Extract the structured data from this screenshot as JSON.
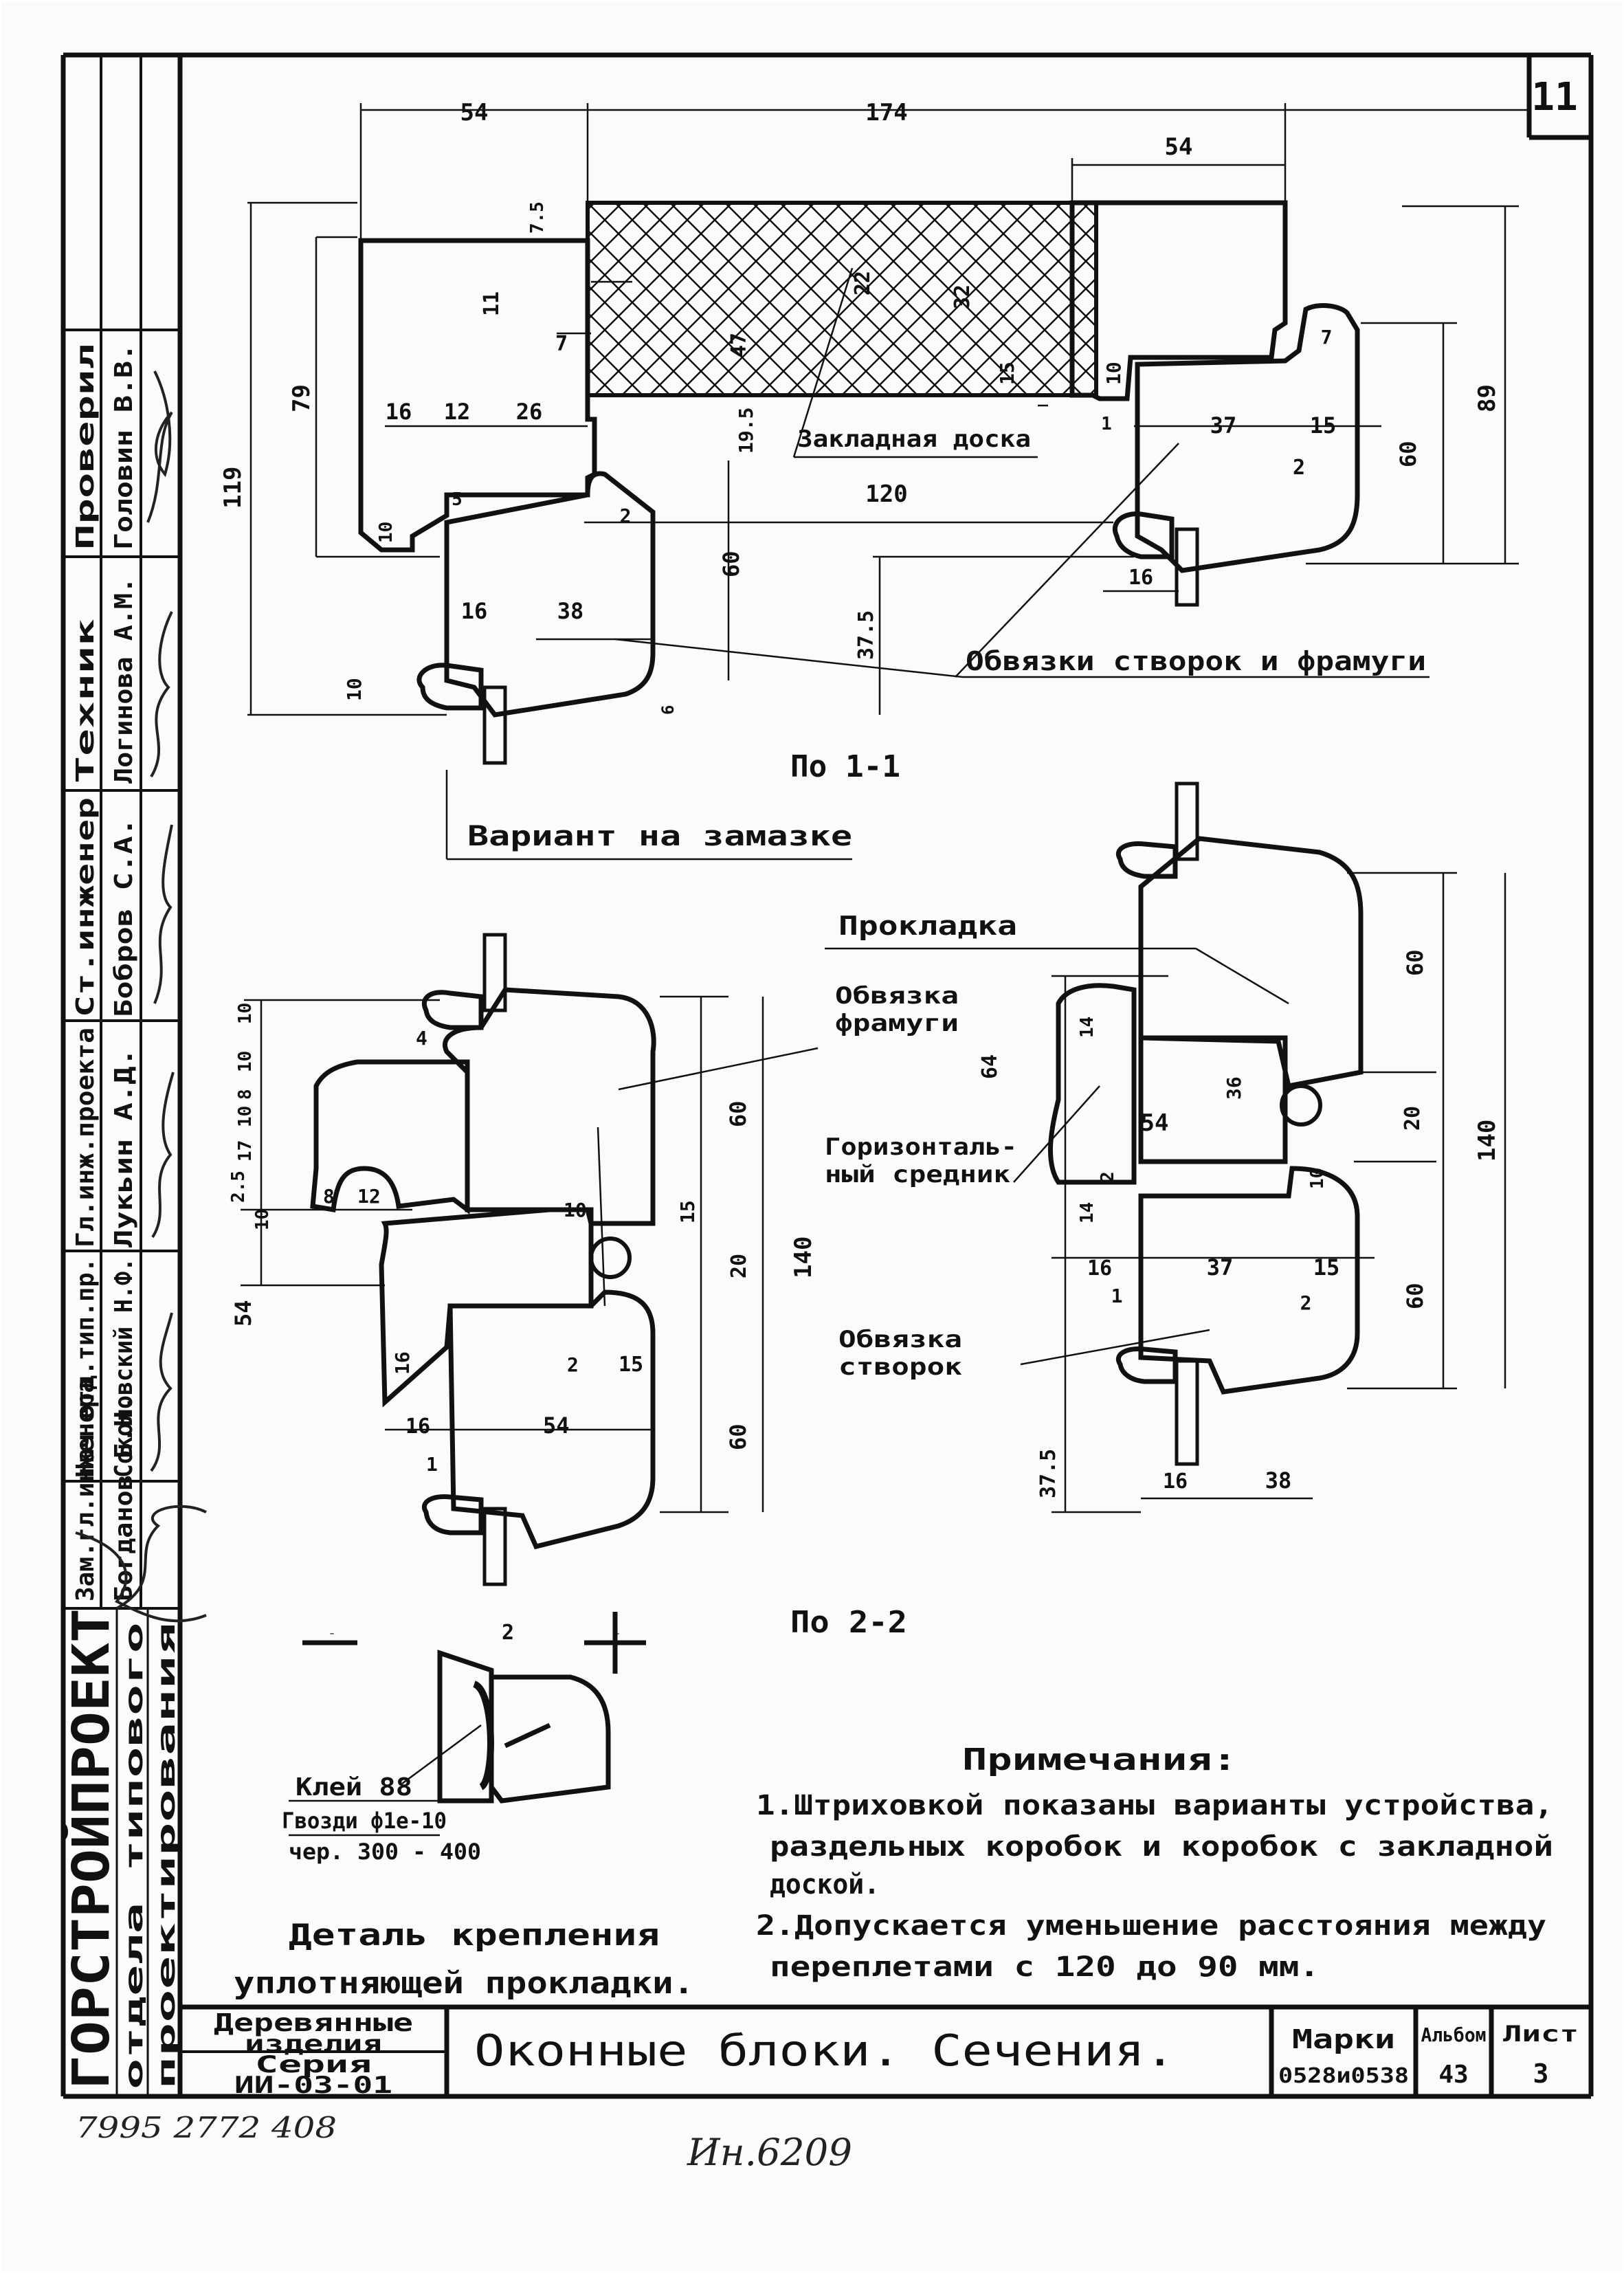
{
  "sheet_number": "11",
  "left_stamp": {
    "org_name": "ГОРСТРОЙПРОЕКТ",
    "dept_line1": "отдела типового",
    "dept_line2": "проектирования",
    "roles": [
      {
        "role": "Зам.гл.инженера",
        "name": "Богданов Б.Н."
      },
      {
        "role": "Нач.отд.тип.пр.",
        "name": "Соколовский Н.Ф."
      },
      {
        "role": "Гл.инж.проекта",
        "name": "Лукьин А.Д."
      },
      {
        "role": "Ст.инженер",
        "name": "Бобров С.А."
      },
      {
        "role": "Техник",
        "name": "Логинова А.М."
      },
      {
        "role": "Проверил",
        "name": "Головин В.В."
      }
    ]
  },
  "section_1_1": {
    "caption": "По 1-1",
    "variant_label": "Вариант на замазке",
    "insert_board_label": "Закладная доска",
    "sash_frame_label": "Обвязки створок и фрамуги",
    "dims": {
      "top_54": "54",
      "top_174": "174",
      "top_54_right": "54",
      "d75": "7.5",
      "d11": "11",
      "d7": "7",
      "d22": "22",
      "d32": "32",
      "d47": "47",
      "d15": "15",
      "d10": "10",
      "d195": "19.5",
      "d120": "120",
      "d37": "37",
      "d15b": "15",
      "d2a": "2",
      "d60a": "60",
      "d89": "89",
      "d79": "79",
      "d16": "16",
      "d12": "12",
      "d26": "26",
      "d5": "5",
      "d10b": "10",
      "d2b": "2",
      "d119": "119",
      "d60b": "60",
      "d375": "37.5",
      "d16b": "16",
      "d38": "38",
      "d10c": "10",
      "d6": "6",
      "d16c": "16",
      "d1": "1",
      "d7b": "7"
    }
  },
  "section_2_2": {
    "caption": "По 2-2",
    "gasket_label": "Прокладка",
    "transom_frame_label": "Обвязка фрамуги",
    "mullion_label": "Горизонталь-ный средник",
    "sash_label": "Обвязка створок",
    "dims": {
      "l10": "10",
      "l4": "4",
      "l10b": "10",
      "l8": "8",
      "l10c": "10",
      "l17": "17",
      "l25": "2.5",
      "l10d": "10",
      "l8b": "8",
      "l12": "12",
      "l60": "60",
      "l10e": "10",
      "l15": "15",
      "l20": "20",
      "l140": "140",
      "l54": "54",
      "l16": "16",
      "l2": "2",
      "l15b": "15",
      "l16b": "16",
      "l54b": "54",
      "l1": "1",
      "l60b": "60",
      "r60": "60",
      "r64": "64",
      "r14": "14",
      "r36": "36",
      "r54": "54",
      "r20": "20",
      "r140": "140",
      "r14b": "14",
      "r2": "2",
      "r10": "10",
      "r16": "16",
      "r37": "37",
      "r15": "15",
      "r1": "1",
      "r2b": "2",
      "r60b": "60",
      "r375": "37.5",
      "r16b": "16",
      "r38": "38"
    }
  },
  "detail": {
    "minus": "−",
    "plus": "+",
    "d2": "2",
    "glue": "Клей 88",
    "nails": "Гвозди ф1е-10",
    "nails_step": "чер. 300 - 400",
    "caption_line1": "Деталь крепления",
    "caption_line2": "уплотняющей прокладки."
  },
  "notes": {
    "title": "Примечания:",
    "n1_line1": "1.Штриховкой показаны варианты устройства,",
    "n1_line2": "раздельных коробок и коробок с закладной",
    "n1_line3": "доской.",
    "n2_line1": "2.Допускается уменьшение расстояния между",
    "n2_line2": "переплетами с 120 до 90 мм."
  },
  "title_block": {
    "product_line1": "Деревянные",
    "product_line2": "изделия",
    "series_line1": "Серия",
    "series_line2": "ИИ-03-01",
    "title": "Оконные блоки. Сечения.",
    "marks_label": "Марки",
    "marks_value": "0528и0538",
    "album_label": "Альбом",
    "album_value": "43",
    "sheet_label": "Лист",
    "sheet_value": "3"
  },
  "handwritten_bottom_left": "7995 2772 408",
  "handwritten_inventory": "Ин.6209"
}
